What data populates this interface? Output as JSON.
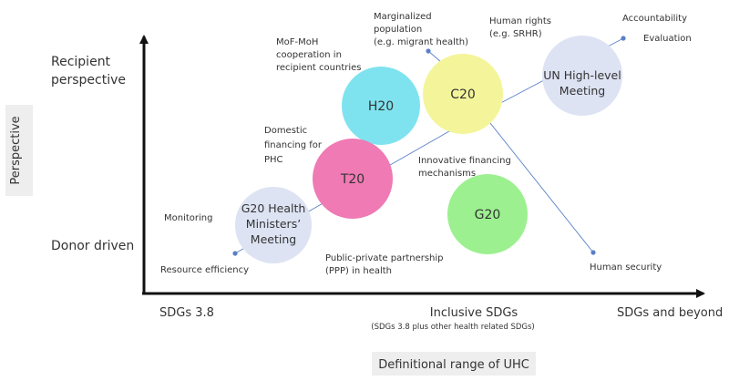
{
  "axes": {
    "y_title": "Perspective",
    "y_top": [
      "Recipient",
      "perspective"
    ],
    "y_bottom": "Donor driven",
    "x_title": "Definitional range of UHC",
    "x_left": "SDGs 3.8",
    "x_mid": "Inclusive SDGs",
    "x_mid_sub": "(SDGs 3.8 plus other health related SDGs)",
    "x_right": "SDGs and beyond"
  },
  "circles": {
    "h20": {
      "label": "H20",
      "color": "#7fe3ef"
    },
    "c20": {
      "label": "C20",
      "color": "#f4f59a"
    },
    "t20": {
      "label": "T20",
      "color": "#ef7ab4"
    },
    "g20": {
      "label": "G20",
      "color": "#9cf090"
    },
    "g20hm": {
      "label": [
        "G20 Health",
        "Ministers’",
        "Meeting"
      ],
      "color": "#dde3f3"
    },
    "un": {
      "label": [
        "UN High-level",
        "Meeting"
      ],
      "color": "#dde3f3"
    }
  },
  "annotations": {
    "marginalized": [
      "Marginalized",
      "population",
      "(e.g. migrant health)"
    ],
    "human_rights": [
      "Human rights",
      "(e.g. SRHR)"
    ],
    "accountability": "Accountability",
    "evaluation": "Evaluation",
    "mof_moh": [
      "MoF-MoH",
      "cooperation in",
      "recipient countries"
    ],
    "domestic": [
      "Domestic",
      "financing for",
      "PHC"
    ],
    "innovative": [
      "Innovative financing",
      "mechanisms"
    ],
    "monitoring": "Monitoring",
    "resource": "Resource efficiency",
    "ppp": [
      "Public-private partnership",
      "(PPP) in health"
    ],
    "human_security": "Human security"
  },
  "colors": {
    "axis": "#111111",
    "connector": "#5b7fc7",
    "label_box": "#eeeeee",
    "text": "#333333"
  }
}
